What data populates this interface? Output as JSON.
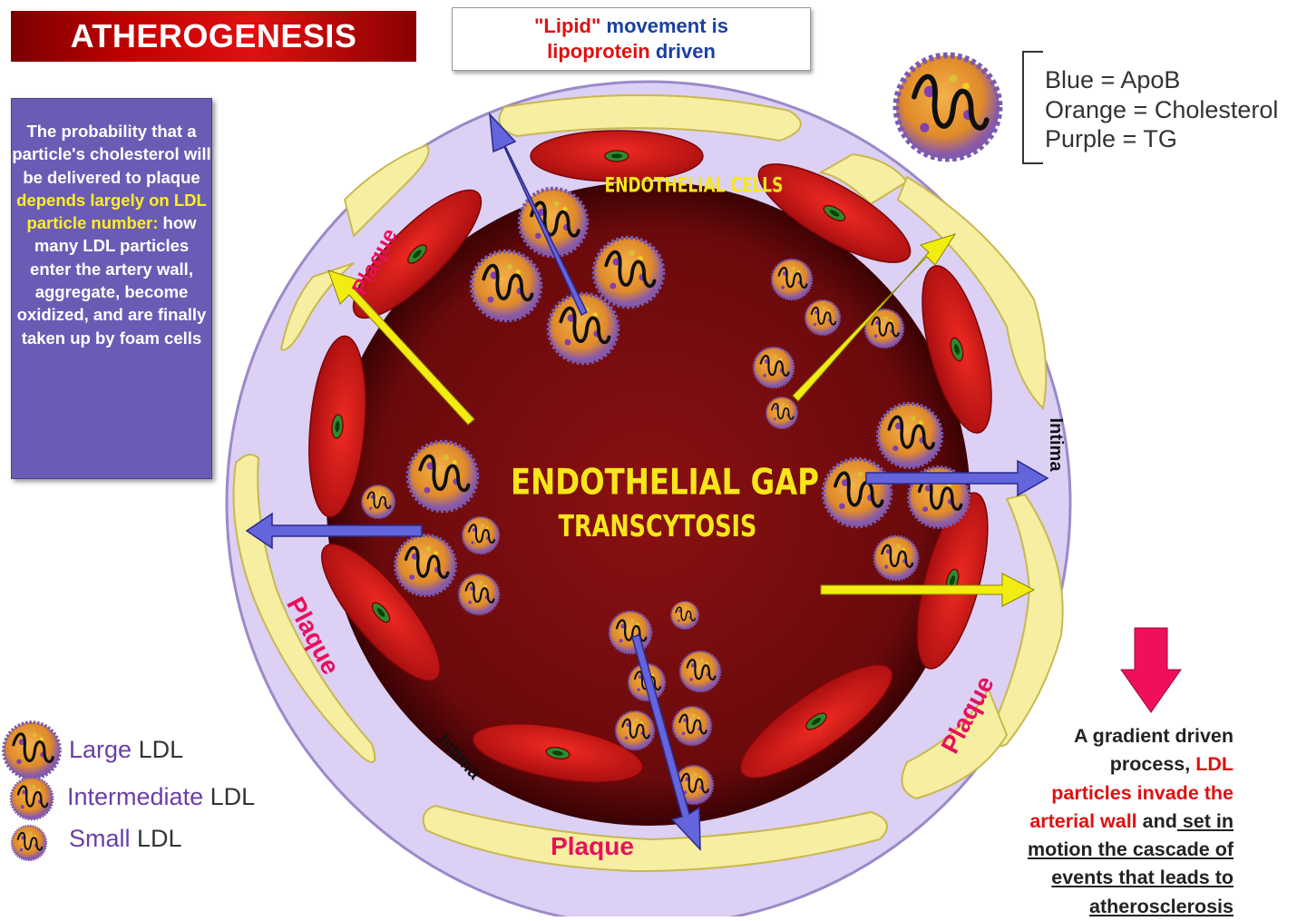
{
  "title": "ATHEROGENESIS",
  "lipid_box": {
    "part1": "\"Lipid\"",
    "part2": " movement is",
    "part3": "lipoprotein",
    "part4": " driven"
  },
  "probability_text": {
    "part1": "The probability that a particle's cholesterol will be delivered to plaque ",
    "highlight": "depends largely on LDL particle number:",
    "part2": " how many LDL particles enter the artery wall, aggregate, become oxidized, and are finally taken up by foam cells"
  },
  "color_key": [
    "Blue = ApoB",
    "Orange = Cholesterol",
    "Purple = TG"
  ],
  "center_labels": {
    "gap": "ENDOTHELIAL GAP",
    "transcytosis": "TRANSCYTOSIS",
    "cells": "ENDOTHELIAL CELLS"
  },
  "plaque_label": "Plaque",
  "intima_label": "Intima",
  "size_legend": [
    {
      "size": "Large",
      "suffix": " LDL"
    },
    {
      "size": "Intermediate",
      "suffix": " LDL"
    },
    {
      "size": "Small",
      "suffix": " LDL"
    }
  ],
  "gradient_text": {
    "l1": "A gradient driven",
    "l2a": "process, ",
    "l2b": "LDL",
    "l3": "particles invade the",
    "l4a": "arterial wall",
    "l4b": " and",
    "l4c": " set in",
    "l5": "motion the cascade of",
    "l6": "events that leads to",
    "l7": "atherosclerosis"
  },
  "colors": {
    "lumen": "#7a0d10",
    "endothelial": "#d01818",
    "nucleus": "#2f8a2f",
    "wall": "#dcd0f4",
    "plaque_band": "#f6eea0",
    "blue_arrow": "#6464dc",
    "yellow_arrow": "#f2ec10",
    "pink_arrow": "#f0105a",
    "plaque_text": "#e8105a"
  }
}
